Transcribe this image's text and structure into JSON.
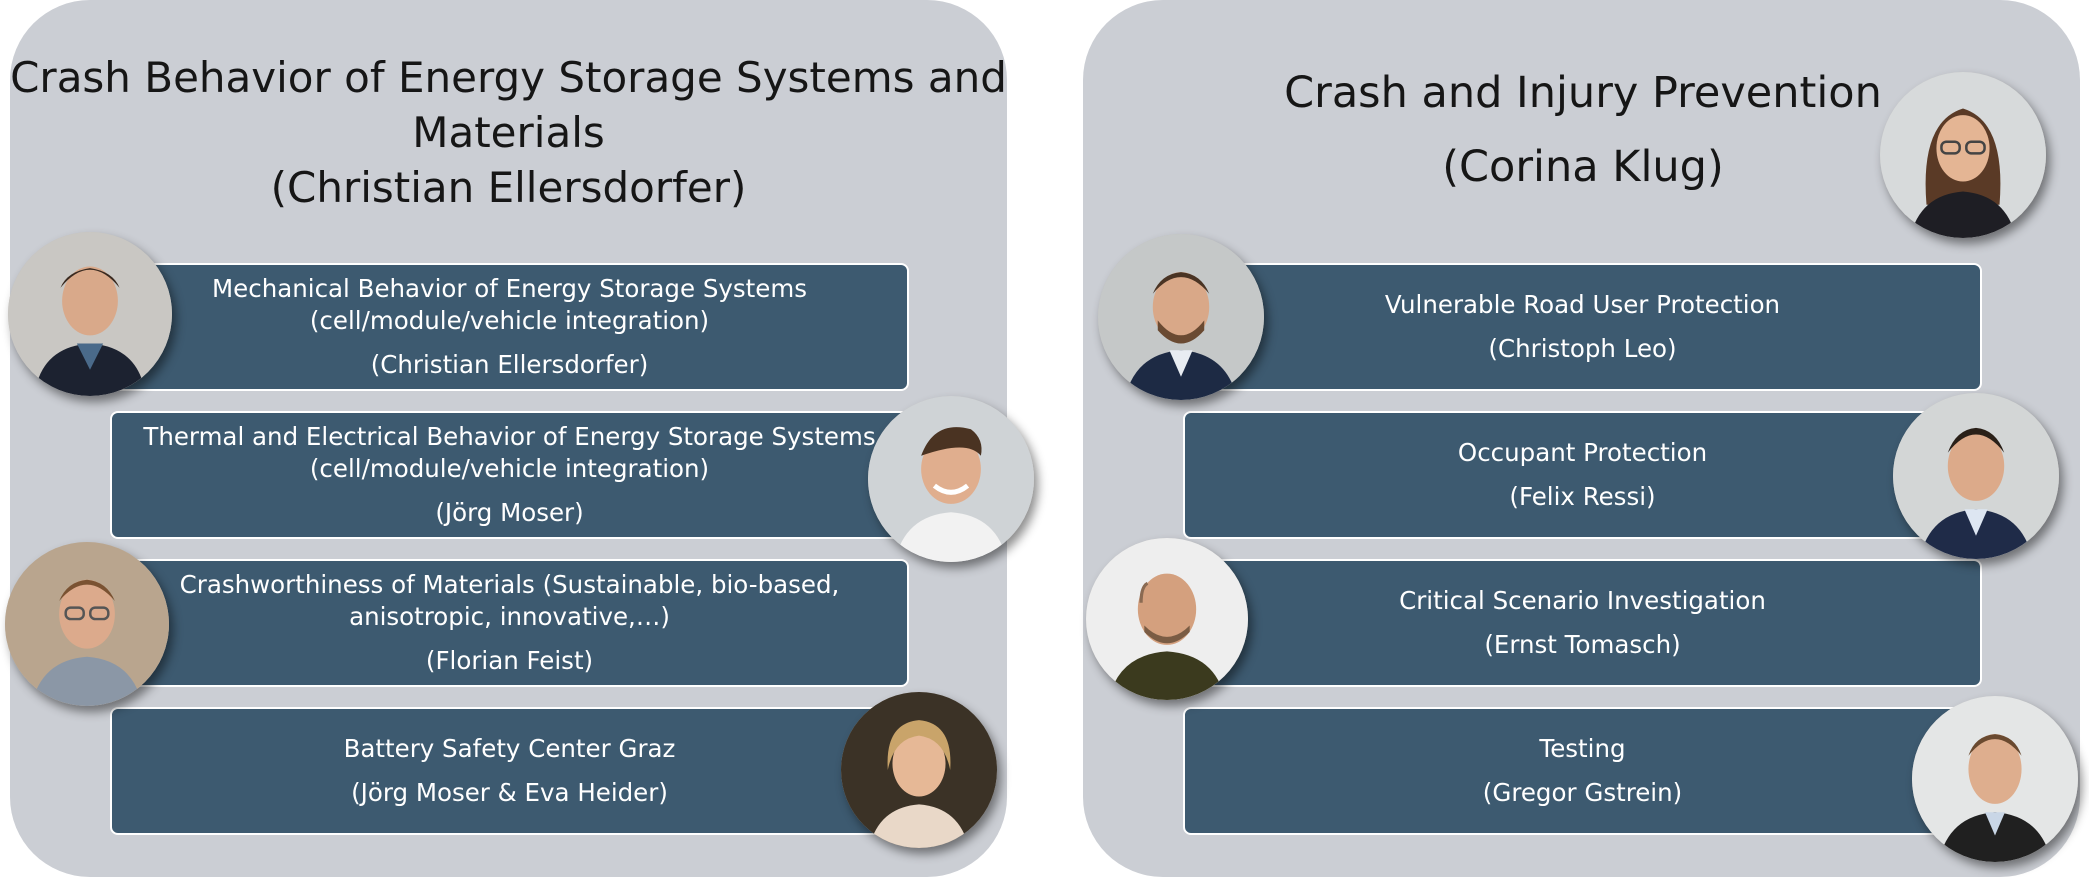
{
  "left": {
    "title_lines": "Crash Behavior of Energy Storage Systems and\nMaterials",
    "head": "(Christian Ellersdorfer)",
    "boxes": [
      {
        "title": "Mechanical Behavior of Energy Storage Systems\n(cell/module/vehicle integration)",
        "person": "(Christian Ellersdorfer)",
        "photo": "portrait-photo-man-dark-hair"
      },
      {
        "title": "Thermal and Electrical Behavior of Energy Storage Systems\n(cell/module/vehicle integration)",
        "person": "(Jörg Moser)",
        "photo": "portrait-photo-man-smiling"
      },
      {
        "title": "Crashworthiness of Materials (Sustainable, bio-based,\nanisotropic, innovative,…)",
        "person": "(Florian Feist)",
        "photo": "portrait-photo-man-glasses"
      },
      {
        "title": "Battery Safety Center Graz",
        "person": "(Jörg Moser & Eva Heider)",
        "photo": "portrait-photo-woman-blonde"
      }
    ]
  },
  "right": {
    "title": "Crash and Injury Prevention",
    "head": "(Corina Klug)",
    "head_photo": "portrait-photo-woman-glasses",
    "boxes": [
      {
        "title": "Vulnerable Road User Protection",
        "person": "(Christoph Leo)",
        "photo": "portrait-photo-man-beard"
      },
      {
        "title": "Occupant Protection",
        "person": "(Felix Ressi)",
        "photo": "portrait-photo-man-suit"
      },
      {
        "title": "Critical Scenario Investigation",
        "person": "(Ernst Tomasch)",
        "photo": "portrait-photo-man-bald"
      },
      {
        "title": "Testing",
        "person": "(Gregor Gstrein)",
        "photo": "portrait-photo-man-jacket"
      }
    ]
  },
  "colors": {
    "panel": "#cbced4",
    "box": "#3d5a70",
    "box_text": "#ffffff"
  }
}
